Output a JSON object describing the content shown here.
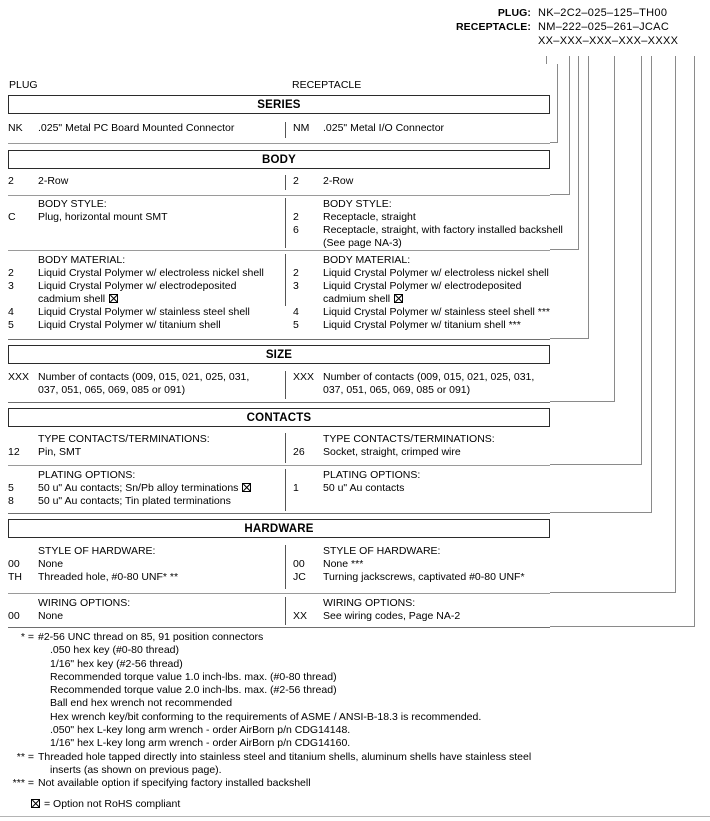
{
  "part_number": {
    "plug_label": "PLUG:",
    "plug_value": "NK–2C2–025–125–TH00",
    "receptacle_label": "RECEPTACLE:",
    "receptacle_value": "NM–222–025–261–JCAC",
    "mask_value": "XX–XXX–XXX–XXX–XXXX"
  },
  "columns": {
    "plug": "PLUG",
    "receptacle": "RECEPTACLE"
  },
  "sections": {
    "series": {
      "title": "SERIES",
      "plug": [
        {
          "code": "NK",
          "text": ".025\" Metal PC Board Mounted Connector"
        }
      ],
      "receptacle": [
        {
          "code": "NM",
          "text": ".025\" Metal I/O Connector"
        }
      ]
    },
    "body": {
      "title": "BODY",
      "row_count": {
        "plug": [
          {
            "code": "2",
            "text": "2-Row"
          }
        ],
        "receptacle": [
          {
            "code": "2",
            "text": "2-Row"
          }
        ]
      },
      "body_style": {
        "heading": "BODY STYLE:",
        "plug": [
          {
            "code": "C",
            "text": "Plug, horizontal mount SMT"
          }
        ],
        "receptacle": [
          {
            "code": "2",
            "text": "Receptacle, straight"
          },
          {
            "code": "6",
            "text": "Receptacle, straight, with factory installed backshell"
          },
          {
            "code": "",
            "text": "(See page NA-3)"
          }
        ]
      },
      "body_material": {
        "heading": "BODY MATERIAL:",
        "plug": [
          {
            "code": "2",
            "text": "Liquid Crystal Polymer w/ electroless nickel shell"
          },
          {
            "code": "3",
            "text": "Liquid Crystal Polymer w/ electrodeposited"
          },
          {
            "code": "",
            "text": "cadmium shell",
            "rohs": true
          },
          {
            "code": "4",
            "text": "Liquid Crystal Polymer w/ stainless steel shell"
          },
          {
            "code": "5",
            "text": "Liquid Crystal Polymer w/ titanium shell"
          }
        ],
        "receptacle": [
          {
            "code": "2",
            "text": "Liquid Crystal Polymer w/ electroless nickel shell"
          },
          {
            "code": "3",
            "text": "Liquid Crystal Polymer w/ electrodeposited"
          },
          {
            "code": "",
            "text": "cadmium shell",
            "rohs": true
          },
          {
            "code": "4",
            "text": "Liquid Crystal Polymer w/ stainless steel shell ***"
          },
          {
            "code": "5",
            "text": "Liquid Crystal Polymer w/ titanium shell ***"
          }
        ]
      }
    },
    "size": {
      "title": "SIZE",
      "plug": [
        {
          "code": "XXX",
          "text": "Number of contacts (009, 015, 021, 025, 031,"
        },
        {
          "code": "",
          "text": "037, 051, 065, 069, 085 or 091)"
        }
      ],
      "receptacle": [
        {
          "code": "XXX",
          "text": "Number of contacts (009, 015, 021, 025, 031,"
        },
        {
          "code": "",
          "text": "037, 051, 065, 069, 085 or 091)"
        }
      ]
    },
    "contacts": {
      "title": "CONTACTS",
      "type": {
        "heading": "TYPE CONTACTS/TERMINATIONS:",
        "plug": [
          {
            "code": "12",
            "text": "Pin, SMT"
          }
        ],
        "receptacle": [
          {
            "code": "26",
            "text": "Socket, straight, crimped wire"
          }
        ]
      },
      "plating": {
        "heading": "PLATING OPTIONS:",
        "plug": [
          {
            "code": "5",
            "text": "50 u\" Au contacts; Sn/Pb alloy terminations",
            "rohs": true
          },
          {
            "code": "8",
            "text": "50 u\" Au contacts; Tin plated terminations"
          }
        ],
        "receptacle": [
          {
            "code": "1",
            "text": "50 u\" Au contacts"
          }
        ]
      }
    },
    "hardware": {
      "title": "HARDWARE",
      "style": {
        "heading": "STYLE OF HARDWARE:",
        "plug": [
          {
            "code": "00",
            "text": "None"
          },
          {
            "code": "TH",
            "text": "Threaded hole, #0-80 UNF*  **"
          }
        ],
        "receptacle": [
          {
            "code": "00",
            "text": "None  ***"
          },
          {
            "code": "JC",
            "text": "Turning jackscrews, captivated #0-80 UNF*"
          }
        ]
      },
      "wiring": {
        "heading": "WIRING OPTIONS:",
        "plug": [
          {
            "code": "00",
            "text": "None"
          }
        ],
        "receptacle": [
          {
            "code": "XX",
            "text": "See wiring codes, Page NA-2"
          }
        ]
      }
    }
  },
  "footnotes": [
    {
      "mark": "*",
      "eq": "=",
      "text": "#2-56 UNC thread on 85, 91 position connectors"
    },
    {
      "mark": "",
      "eq": "",
      "text": ".050 hex key (#0-80 thread)",
      "sub": true
    },
    {
      "mark": "",
      "eq": "",
      "text": "1/16\" hex key (#2-56 thread)",
      "sub": true
    },
    {
      "mark": "",
      "eq": "",
      "text": "Recommended torque value 1.0 inch-lbs. max. (#0-80 thread)",
      "sub": true
    },
    {
      "mark": "",
      "eq": "",
      "text": "Recommended torque value 2.0 inch-lbs. max. (#2-56 thread)",
      "sub": true
    },
    {
      "mark": "",
      "eq": "",
      "text": "Ball end hex wrench not recommended",
      "sub": true
    },
    {
      "mark": "",
      "eq": "",
      "text": "Hex wrench key/bit conforming to the requirements of ASME / ANSI-B-18.3 is recommended.",
      "sub": true
    },
    {
      "mark": "",
      "eq": "",
      "text": ".050\" hex L-key long arm wrench - order AirBorn p/n CDG14148.",
      "sub": true
    },
    {
      "mark": "",
      "eq": "",
      "text": "1/16\" hex L-key long arm wrench - order AirBorn p/n CDG14160.",
      "sub": true
    },
    {
      "mark": "**",
      "eq": "=",
      "text": "Threaded hole tapped directly into stainless steel and titanium shells, aluminum shells have stainless steel"
    },
    {
      "mark": "",
      "eq": "",
      "text": "inserts (as shown on previous page).",
      "sub": true
    },
    {
      "mark": "***",
      "eq": "=",
      "text": "Not available option if specifying factory installed backshell"
    }
  ],
  "legend": {
    "text": "= Option not RoHS compliant"
  },
  "colors": {
    "rule": "#9a9a9a",
    "box_border": "#2b2b2b",
    "leader": "#8a8a8a"
  }
}
